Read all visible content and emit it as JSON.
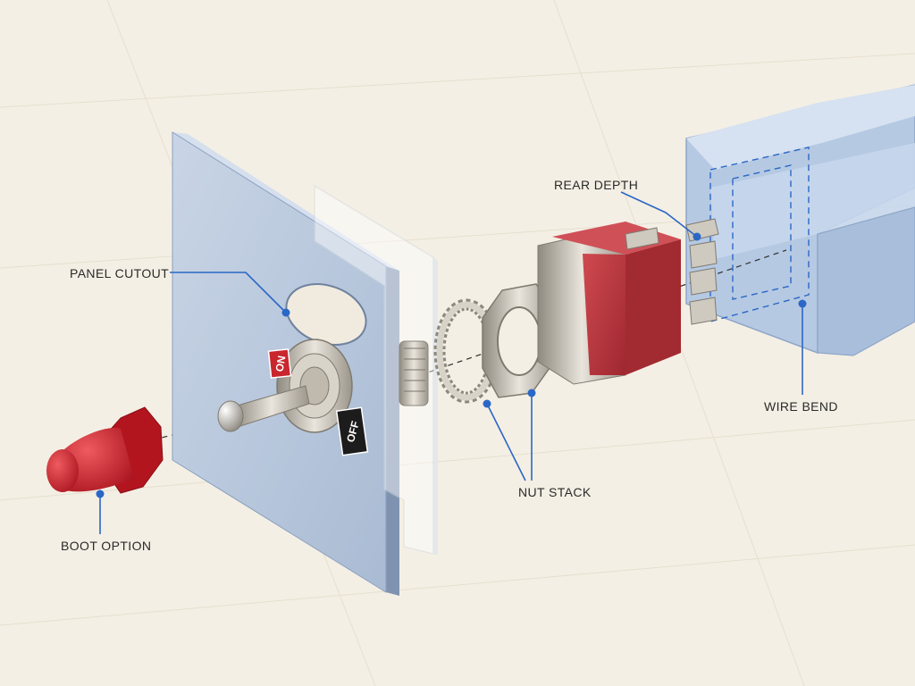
{
  "labels": {
    "panel_cutout": "PANEL CUTOUT",
    "rear_depth": "REAR DEPTH",
    "wire_bend": "WIRE BEND",
    "nut_stack": "NUT STACK",
    "boot_option": "BOOT OPTION"
  },
  "markings": {
    "on": "ON",
    "off": "OFF"
  },
  "colors": {
    "background": "#f4efe4",
    "panel": "#b9c8dd",
    "switch_body": "#b8323a",
    "boot": "#c8202b",
    "leader": "#2b67c6",
    "enclosure": "#b9cde6"
  }
}
